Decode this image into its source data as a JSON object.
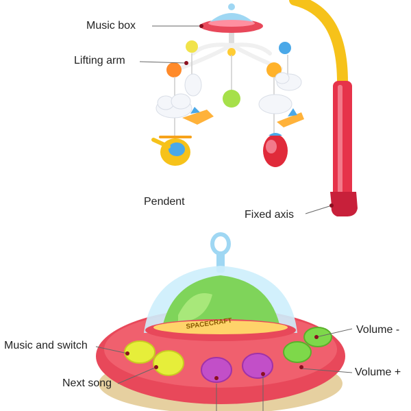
{
  "labels": {
    "music_box": "Music box",
    "lifting_arm": "Lifting arm",
    "pendent": "Pendent",
    "fixed_axis": "Fixed axis",
    "music_and_switch": "Music and switch",
    "next_song": "Next song",
    "volume_minus": "Volume -",
    "volume_plus": "Volume +",
    "dome_brand": "SPACECRAFT"
  },
  "colors": {
    "arm_yellow": "#f6c21a",
    "pole_red": "#e6334a",
    "saucer_red": "#e8485a",
    "dome_green": "#7fd45a",
    "button_yellow": "#e6ee3a",
    "button_purple": "#c24fc8",
    "button_green": "#7ed84a",
    "leader_line": "#666666"
  }
}
